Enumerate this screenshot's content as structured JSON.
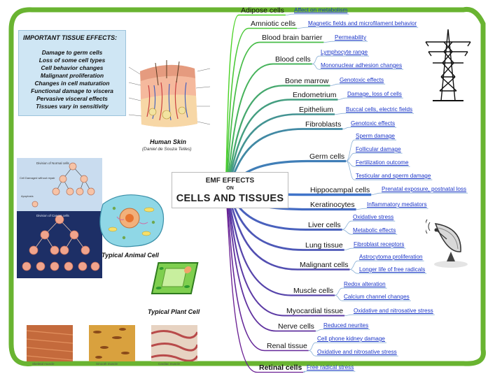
{
  "title": {
    "line1": "EMF EFFECTS",
    "line2": "ON",
    "line3": "CELLS AND TISSUES"
  },
  "important_box": {
    "heading": "IMPORTANT TISSUE EFFECTS:",
    "items": [
      "Damage to germ cells",
      "Loss of some cell types",
      "Cell behavior changes",
      "Malignant proliferation",
      "Changes in cell maturation",
      "Functional damage to viscera",
      "Pervasive visceral effects",
      "Tissues vary in sensitivity"
    ]
  },
  "figures": {
    "skin_caption": "Human Skin",
    "skin_credit": "(Daniel de Souza Telles)",
    "animal_cell_caption": "Typical Animal Cell",
    "plant_cell_caption": "Typical Plant Cell",
    "division_top": "Division of Normal cells",
    "division_damaged": "Cell Damaged without repair",
    "division_apoptosis": "Apoptosis",
    "division_bottom": "Division of Cancer cells",
    "muscle_labels": [
      "Skeletal muscle",
      "Smooth muscle",
      "Cardiac muscle"
    ]
  },
  "colors": {
    "frame": "#69b431",
    "effects_box": "#cfe6f4",
    "link": "#1a35c8",
    "branch_gradient": [
      "#4ad224",
      "#3f74c9",
      "#6a1f93"
    ]
  },
  "icons": [
    "power-pylon-icon",
    "satellite-dish-icon"
  ],
  "nodes": [
    {
      "label": "Adipose cells",
      "links": [
        "Affect on metabolism"
      ]
    },
    {
      "label": "Amniotic cells",
      "links": [
        "Magnetic fields and microfilament behavior"
      ]
    },
    {
      "label": "Blood brain barrier",
      "links": [
        "Permeability"
      ]
    },
    {
      "label": "Blood cells",
      "links": [
        "Lymphocyte range",
        "Mononuclear adhesion changes"
      ]
    },
    {
      "label": "Bone marrow",
      "links": [
        "Genotoxic effects"
      ]
    },
    {
      "label": "Endometrium",
      "links": [
        "Damage, loss of cells"
      ]
    },
    {
      "label": "Epithelium",
      "links": [
        "Buccal cells, electric fields"
      ]
    },
    {
      "label": "Fibroblasts",
      "links": [
        "Genotoxic effects"
      ]
    },
    {
      "label": "Germ cells",
      "links": [
        "Sperm damage",
        "Follicular damage",
        "Fertilization outcome",
        "Testicular and sperm damage"
      ]
    },
    {
      "label": "Hippocampal cells",
      "links": [
        "Prenatal exposure, postnatal loss"
      ]
    },
    {
      "label": "Keratinocytes",
      "links": [
        "Inflammatory mediators"
      ]
    },
    {
      "label": "Liver cells",
      "links": [
        "Oxidative stress",
        "Metabolic effects"
      ]
    },
    {
      "label": "Lung tissue",
      "links": [
        "Fibroblast receptors"
      ]
    },
    {
      "label": "Malignant cells",
      "links": [
        "Astrocytoma proliferation",
        "Longer life of free radicals"
      ]
    },
    {
      "label": "Muscle cells",
      "links": [
        "Redox alteration",
        "Calcium channel changes"
      ]
    },
    {
      "label": "Myocardial tissue",
      "links": [
        "Oxidative and nitrosative stress"
      ]
    },
    {
      "label": "Nerve cells",
      "links": [
        "Reduced neurites"
      ]
    },
    {
      "label": "Renal tissue",
      "links": [
        "Cell phone kidney damage",
        "Oxidative and nitrosative stress"
      ]
    },
    {
      "label": "Retinal cells",
      "links": [
        "Free radical stress"
      ]
    }
  ]
}
